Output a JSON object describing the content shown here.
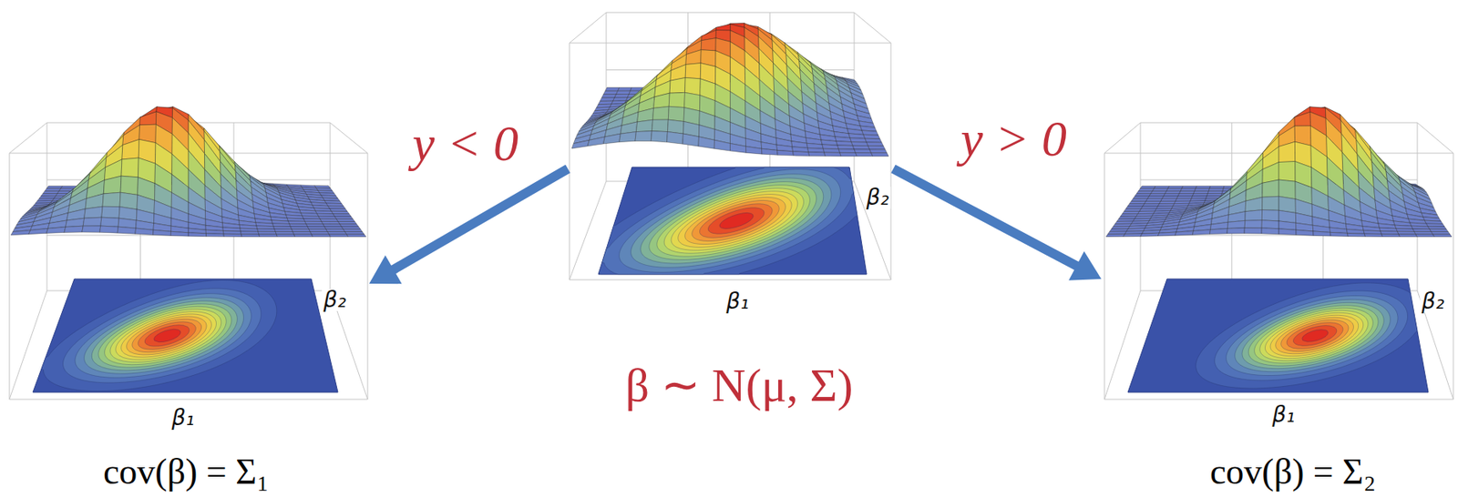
{
  "diagram": {
    "nodes": [
      {
        "text": [
          "β₂",
          "β₁"
        ]
      },
      {
        "text": [
          "β₂",
          "β₁"
        ]
      },
      {
        "text": [
          "β₂",
          "β₁"
        ]
      }
    ],
    "edges": [
      {
        "from": 1,
        "to": 0,
        "arrow": "to",
        "label": "y < 0"
      },
      {
        "from": 1,
        "to": 2,
        "arrow": "to",
        "label": "y > 0"
      }
    ],
    "labels": [
      "cov(β) = Σ₁",
      "β ∼ N(μ, Σ)",
      "cov(β) = Σ₂"
    ]
  }
}
